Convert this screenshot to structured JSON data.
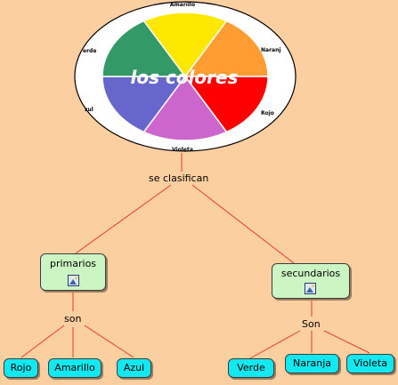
{
  "wheel": {
    "title": "los colores",
    "segments": [
      {
        "name": "Amarillo",
        "color": "#ffe800"
      },
      {
        "name": "Naranja",
        "color": "#ff9d33"
      },
      {
        "name": "Rojo",
        "color": "#ff0000"
      },
      {
        "name": "Violeta",
        "color": "#cc66cc"
      },
      {
        "name": "Azul",
        "color": "#6666cc"
      },
      {
        "name": "Verde",
        "color": "#339966"
      }
    ],
    "labels": {
      "top": "Amarillo",
      "top_right": "Naranj",
      "right": "Rojo",
      "bottom": "Violeta",
      "left": "zul",
      "top_left": "erde"
    }
  },
  "link_main": "se clasifican",
  "primary": {
    "label": "primarios",
    "link": "son",
    "children": [
      "Rojo",
      "Amarillo",
      "Azul"
    ]
  },
  "secondary": {
    "label": "secundarios",
    "link": "Son",
    "children": [
      "Verde",
      "Naranja",
      "Violeta"
    ]
  },
  "colors": {
    "background": "#fbcf9f",
    "line": "#e83a2a",
    "primary_node": "#ccf5c4",
    "leaf_node": "#12e8f0"
  }
}
